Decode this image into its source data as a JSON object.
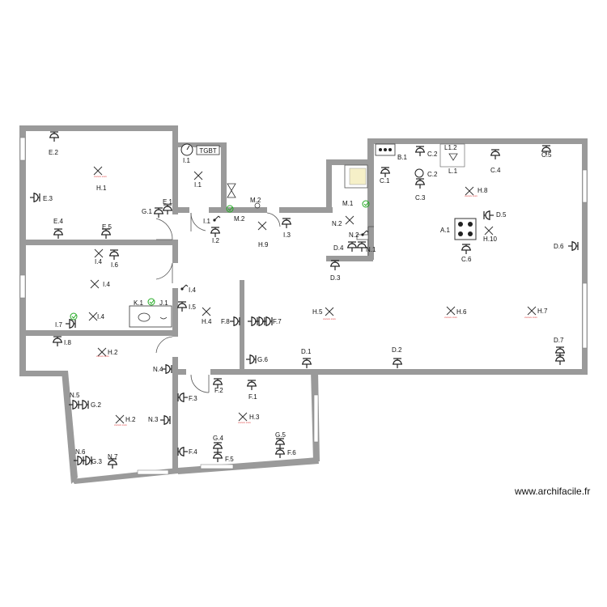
{
  "watermark": "www.archifacile.fr",
  "tgbt_label": "TGBT",
  "tiny_note": "xxxxxx xxxx",
  "labels": {
    "E2": "E.2",
    "H1": "H.1",
    "E3": "E.3",
    "E1": "E.1",
    "G1": "G.1",
    "E4": "E.4",
    "E5": "E.5",
    "I1a": "I.1",
    "I1b": "I.1",
    "I1c": "I.1",
    "I2": "I.2",
    "M2a": "M.2",
    "M2b": "M.2",
    "H9": "H.9",
    "I3": "I.3",
    "M1": "M.1",
    "N2a": "N.2",
    "N2b": "N.2",
    "D4": "D.4",
    "N1": "N.1",
    "D3": "D.3",
    "B1": "B.1",
    "C2a": "C.2",
    "C2b": "C.2",
    "L1": "L.1",
    "L1small": "L1.2",
    "C1": "C.1",
    "C3": "C.3",
    "C4": "C.4",
    "C5": "C.5",
    "H8": "H.8",
    "D5": "D.5",
    "A1": "A.1",
    "H10": "H.10",
    "C6": "C.6",
    "D6": "D.6",
    "I4a": "I.4",
    "I6": "I.6",
    "I4b": "I.4",
    "I4c": "I.4",
    "I4d": "I.4",
    "K1": "K.1",
    "J1": "J.1",
    "I5": "I.5",
    "H4": "H.4",
    "I7": "I.7",
    "F8": "F.8",
    "F7": "F.7",
    "H5": "H.5",
    "H6": "H.6",
    "H7": "H.7",
    "D7": "D.7",
    "I8": "I.8",
    "H2a": "H.2",
    "N4": "N.4",
    "G6": "G.6",
    "D1": "D.1",
    "D2": "D.2",
    "N5": "N.5",
    "G2": "G.2",
    "H2b": "H.2",
    "N3": "N.3",
    "F3": "F.3",
    "F2": "F.2",
    "F1": "F.1",
    "H3": "H.3",
    "N6": "N.6",
    "G3": "G.3",
    "N7": "N.7",
    "F4": "F.4",
    "G4": "G.4",
    "F5": "F.5",
    "G5": "G.5",
    "F6": "F.6"
  }
}
